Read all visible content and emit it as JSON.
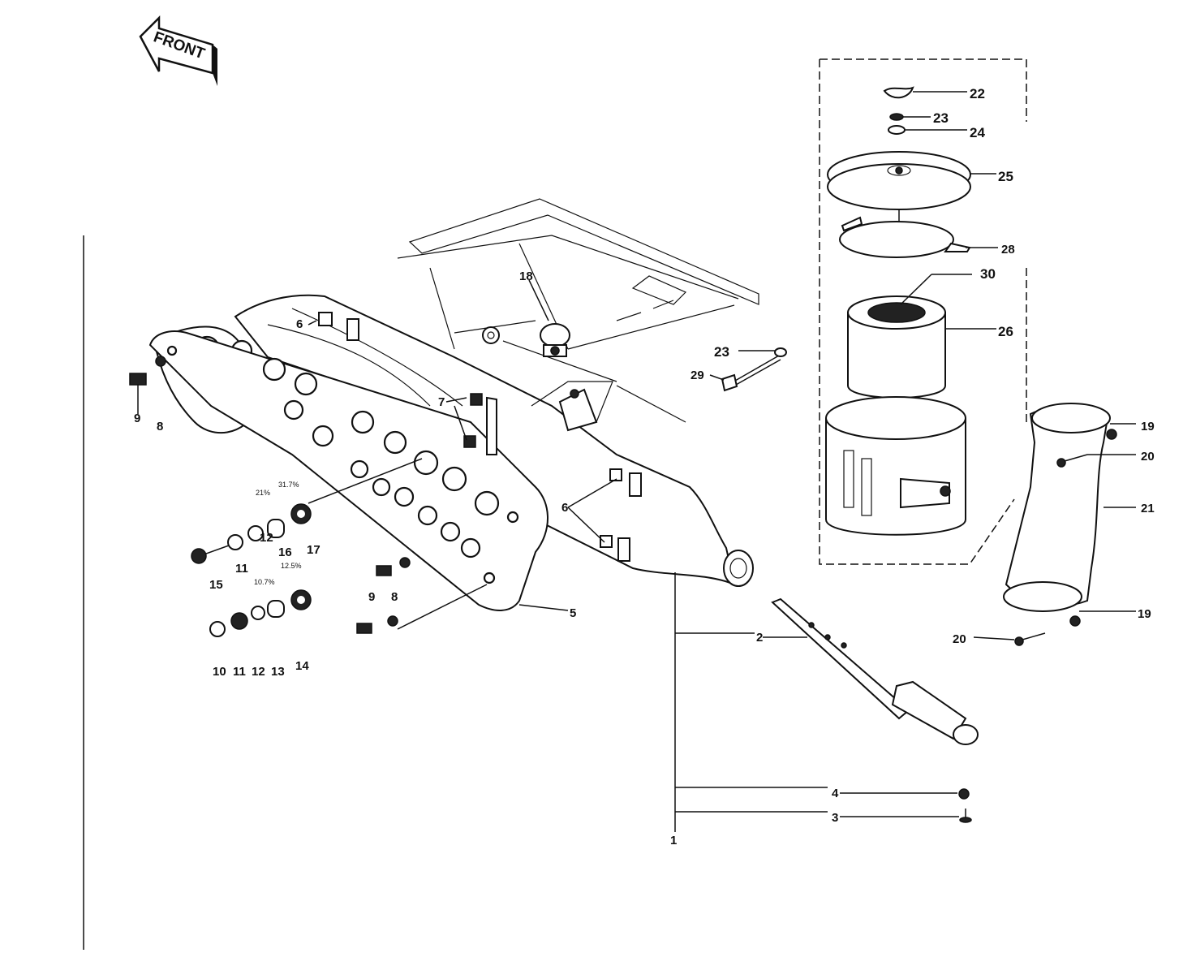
{
  "front_arrow": {
    "text": "FRONT"
  },
  "callouts": {
    "c1": "1",
    "c2": "2",
    "c3": "3",
    "c4": "4",
    "c5": "5",
    "c6a": "6",
    "c6b": "6",
    "c7": "7",
    "c8a": "8",
    "c8b": "8",
    "c9a": "9",
    "c9b": "9",
    "c10": "10",
    "c11a": "11",
    "c11b": "11",
    "c12a": "12",
    "c12b": "12",
    "c13": "13",
    "c14": "14",
    "c15": "15",
    "c16": "16",
    "c17": "17",
    "c18": "18",
    "c19a": "19",
    "c19b": "19",
    "c20a": "20",
    "c20b": "20",
    "c21": "21",
    "c22": "22",
    "c23a": "23",
    "c23b": "23",
    "c24": "24",
    "c25": "25",
    "c26": "26",
    "c28": "28",
    "c29": "29",
    "c30": "30"
  },
  "size_notes": {
    "n1": "21%",
    "n2": "31.7%",
    "n3": "12.5%",
    "n4": "10.7%"
  }
}
